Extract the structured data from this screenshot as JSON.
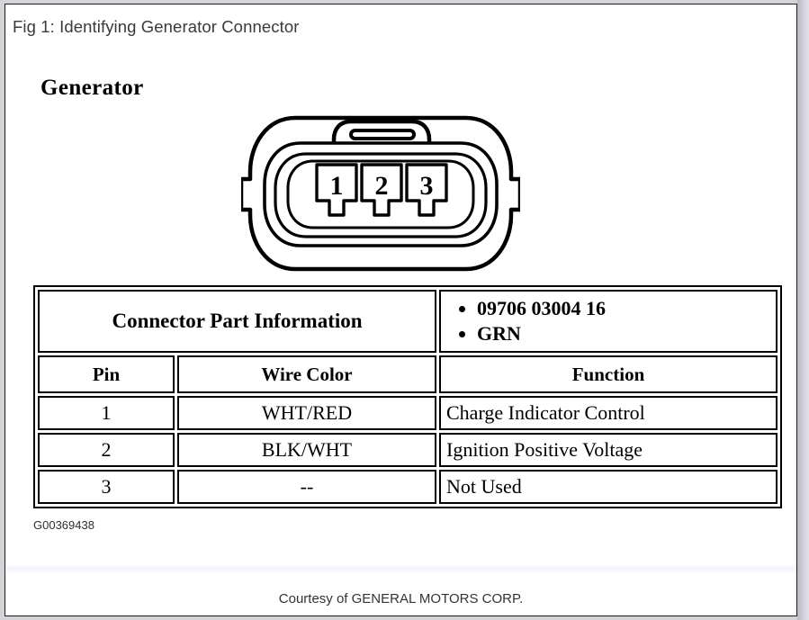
{
  "figure": {
    "title": "Fig 1: Identifying Generator Connector",
    "heading": "Generator",
    "id_code": "G00369438"
  },
  "connector": {
    "name": "generator-connector-3-pin",
    "pin_labels": [
      "1",
      "2",
      "3"
    ]
  },
  "table": {
    "part_info_label": "Connector Part Information",
    "part_info_values": [
      "09706 03004 16",
      "GRN"
    ],
    "columns": [
      "Pin",
      "Wire Color",
      "Function"
    ],
    "rows": [
      {
        "pin": "1",
        "wire_color": "WHT/RED",
        "function": "Charge Indicator Control"
      },
      {
        "pin": "2",
        "wire_color": "BLK/WHT",
        "function": "Ignition Positive Voltage"
      },
      {
        "pin": "3",
        "wire_color": "--",
        "function": "Not Used"
      }
    ]
  },
  "footer": {
    "courtesy": "Courtesy of GENERAL MOTORS CORP."
  },
  "colors": {
    "page_background": "#ffffff",
    "shell_background": "#d3d3d8",
    "ink": "#000000",
    "title_text": "#3a3a3a",
    "footer_text": "#333333"
  }
}
